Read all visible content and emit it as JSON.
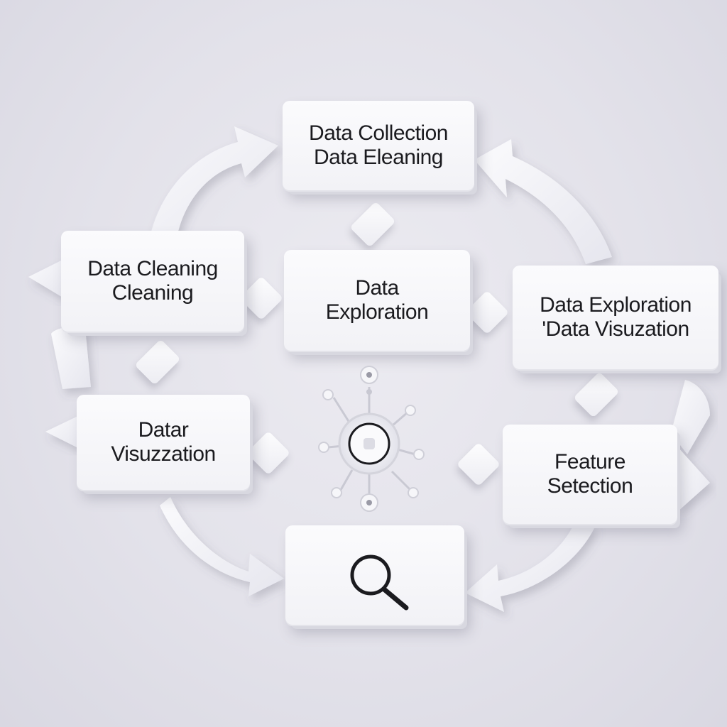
{
  "diagram": {
    "nodes": [
      {
        "id": "top",
        "lines": [
          "Data Collection",
          "Data Eleaning"
        ]
      },
      {
        "id": "left-upper",
        "lines": [
          "Data Cleaning",
          "Cleaning"
        ]
      },
      {
        "id": "center",
        "lines": [
          "Data",
          "Exploration"
        ]
      },
      {
        "id": "right-upper",
        "lines": [
          "Data Exploration",
          "'Data Visuzation"
        ]
      },
      {
        "id": "left-lower",
        "lines": [
          "Datar",
          "Visuzzation"
        ]
      },
      {
        "id": "right-lower",
        "lines": [
          "Feature",
          "Setection"
        ]
      },
      {
        "id": "bottom",
        "icon": "magnifier-icon"
      }
    ],
    "hub_icon": "network-hub-icon",
    "colors": {
      "background": "#e3e2ea",
      "box": "#f7f7fa",
      "text": "#1b1b1f"
    }
  }
}
